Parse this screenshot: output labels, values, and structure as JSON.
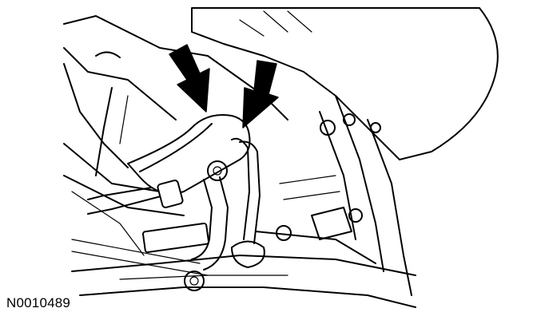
{
  "figure": {
    "id_label": "N0010489"
  },
  "colors": {
    "line": "#000000",
    "background": "#ffffff"
  },
  "callouts": [
    {
      "name": "left-arrow",
      "type": "down-pointing-arrow"
    },
    {
      "name": "right-arrow",
      "type": "down-pointing-arrow"
    }
  ]
}
